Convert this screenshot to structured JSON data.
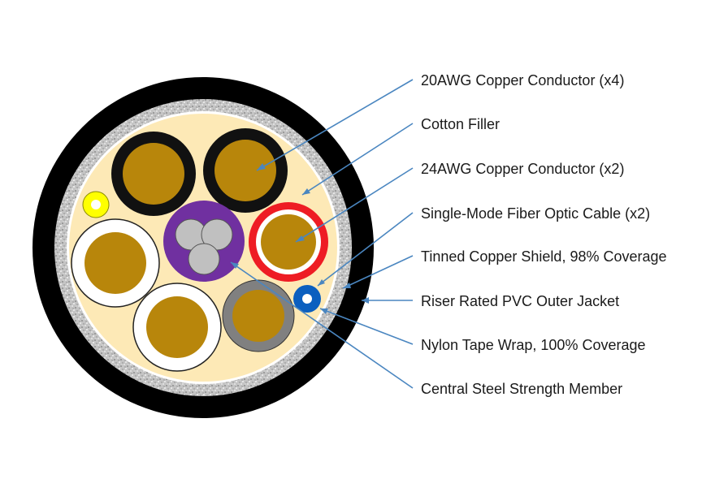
{
  "labels": {
    "awg20": "20AWG Copper Conductor (x4)",
    "filler": "Cotton Filler",
    "awg24": "24AWG Copper Conductor (x2)",
    "fiber": "Single-Mode Fiber Optic Cable (x2)",
    "shield": "Tinned Copper Shield, 98% Coverage",
    "jacket": "Riser Rated PVC Outer Jacket",
    "tape": "Nylon Tape Wrap, 100% Coverage",
    "strength": "Central Steel Strength Member"
  },
  "colors": {
    "jacket": "#000000",
    "shield": "#b8b8b8",
    "filler": "#fde9b6",
    "copper": "#b8860b",
    "conductor_black": "#111111",
    "conductor_white": "#ffffff",
    "conductor_red": "#ee1c24",
    "conductor_gray": "#808080",
    "tube_purple": "#7030a0",
    "steel": "#c0c0c0",
    "fiber_blue": "#0b5fbf",
    "fiber_yellow": "#ffff00",
    "leader": "#4a86c0"
  }
}
